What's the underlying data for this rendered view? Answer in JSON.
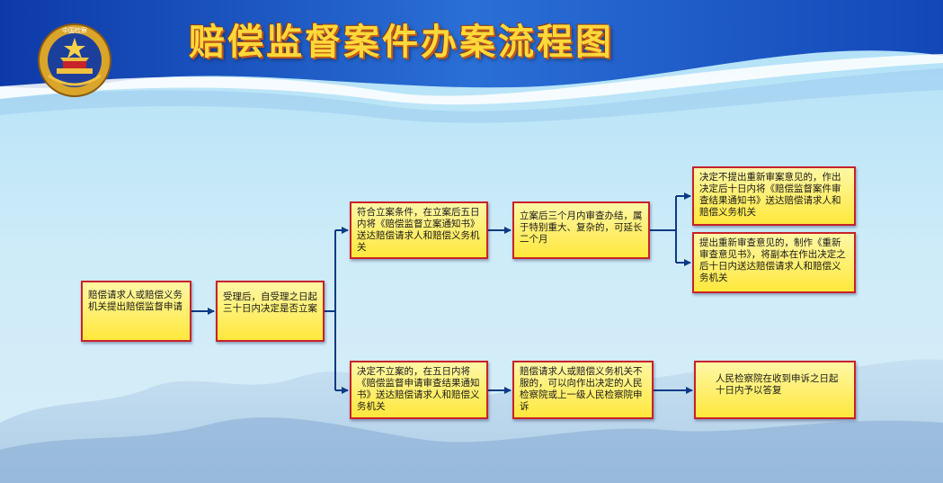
{
  "title": "赔偿监督案件办案流程图",
  "emblem": {
    "text": "中国检察"
  },
  "colors": {
    "header_blue": "#1e57c4",
    "sky_light": "#cde8f6",
    "box_fill": "#fff27a",
    "box_border": "#c8222a",
    "arrow": "#0d3a86",
    "title_gold": "#ffd83a"
  },
  "nodes": {
    "start": "赔偿请求人或赔偿义务机关提出赔偿监督申请",
    "accept": "受理后，自受理之日起三十日内决定是否立案",
    "file_case": "符合立案条件，在立案后五日内将《赔偿监督立案通知书》送达赔偿请求人和赔偿义务机关",
    "review": "立案后三个月内审查办结，属于特别重大、复杂的，可延长二个月",
    "no_reexam": "决定不提出重新审案意见的，作出决定后十日内将《赔偿监督案件审查结果通知书》送达赔偿请求人和赔偿义务机关",
    "reexam": "提出重新审查意见的，制作《重新审查意见书》，将副本在作出决定之后十日内送达赔偿请求人和赔偿义务机关",
    "not_file": "决定不立案的，在五日内将《赔偿监督申请审查结果通知书》送达赔偿请求人和赔偿义务机关",
    "appeal": "赔偿请求人或赔偿义务机关不服的，可以向作出决定的人民检察院或上一级人民检察院申诉",
    "reply": "人民检察院在收到申诉之日起十日内予以答复"
  }
}
